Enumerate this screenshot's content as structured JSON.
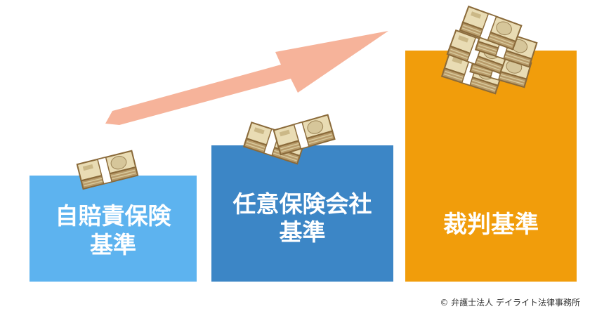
{
  "tiers": [
    {
      "label_line1": "自賠責保険",
      "label_line2": "基準",
      "color": "#5db3ef"
    },
    {
      "label_line1": "任意保険会社",
      "label_line2": "基準",
      "color": "#3c86c6"
    },
    {
      "label_line1": "裁判基準",
      "label_line2": "",
      "color": "#f19d0b"
    }
  ],
  "arrow_color": "#f6b39a",
  "money_icon": "banknote-bundle-icon",
  "credit": "© 弁護士法人 デイライト法律事務所"
}
